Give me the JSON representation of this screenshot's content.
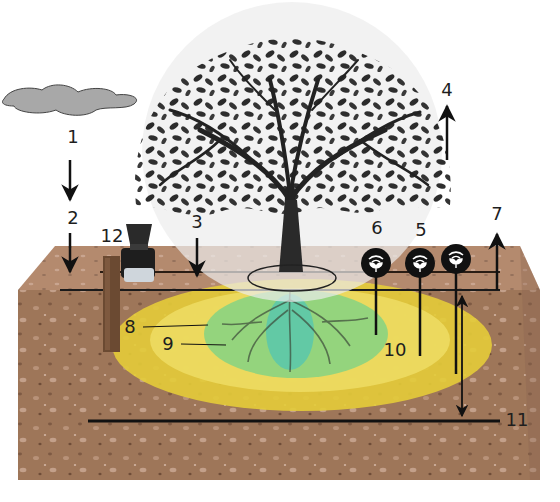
{
  "diagram": {
    "labels": [
      "1",
      "4",
      "2",
      "12",
      "3",
      "6",
      "5",
      "7",
      "8",
      "9",
      "10",
      "11"
    ]
  }
}
